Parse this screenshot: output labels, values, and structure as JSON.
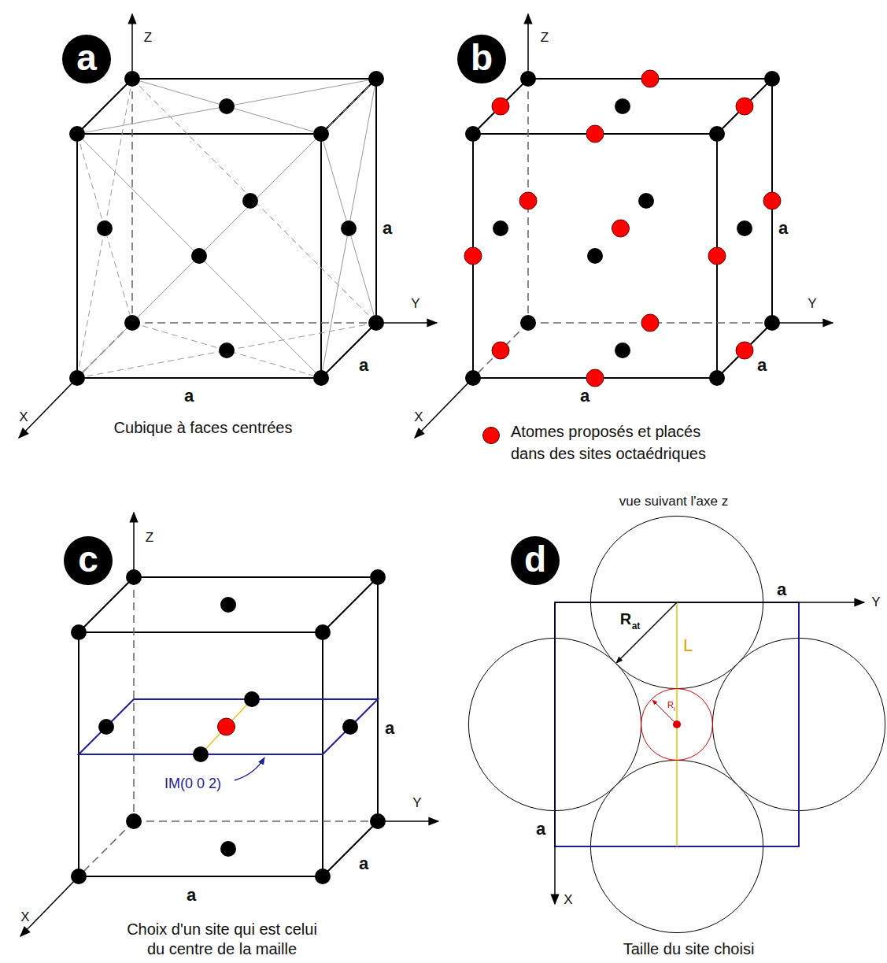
{
  "diagram": {
    "nodes": [
      {
        "text": [
          "a"
        ]
      },
      {
        "text": [
          "b"
        ]
      },
      {
        "text": [
          "c"
        ]
      },
      {
        "text": [
          "d"
        ]
      }
    ],
    "labels": [
      "Z",
      "Y",
      "X",
      "a",
      "a",
      "a",
      "Cubique à faces centrées",
      "Z",
      "Y",
      "X",
      "a",
      "a",
      "a",
      "Z",
      "Y",
      "X",
      "a",
      "a",
      "a",
      "IM(0 0 2)",
      "Choix d'un site qui est celui du centre de la maille",
      "vue suivant l'axe z",
      "a",
      "Y",
      "R",
      "at",
      "L",
      "R",
      "i",
      "a",
      "X",
      "Taille du site choisi"
    ],
    "legend": [
      {
        "text": "Atomes proposés et placés dans des sites octaédriques",
        "color": "#ff0000"
      }
    ]
  }
}
